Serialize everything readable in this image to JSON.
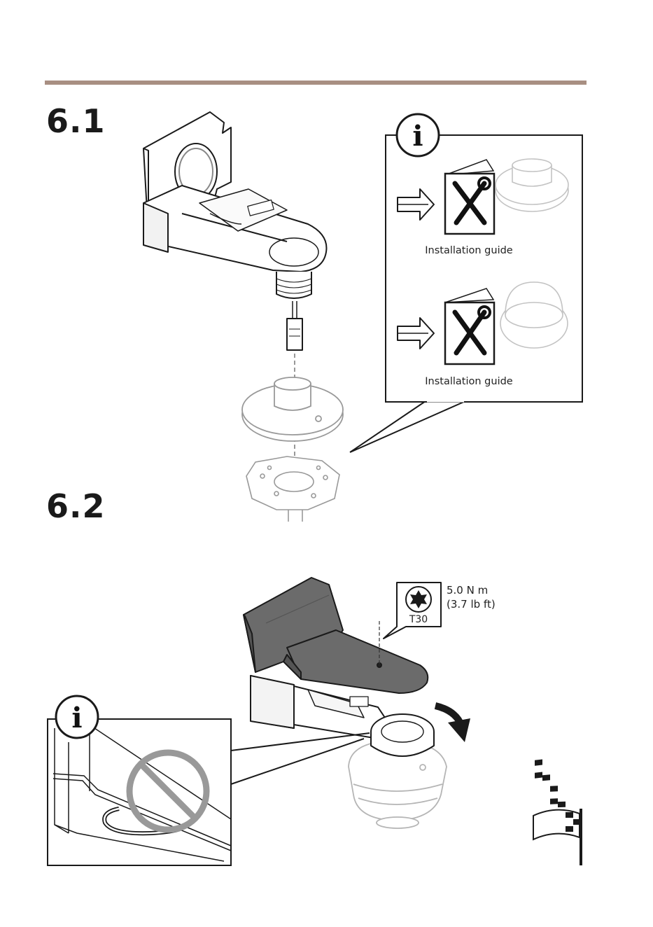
{
  "steps": [
    {
      "label": "6.1"
    },
    {
      "label": "6.2"
    }
  ],
  "info_box_1": {
    "icon": "info-icon",
    "items": [
      {
        "icon": "installation-guide-icon",
        "caption": "Installation guide",
        "target": "pendant-mount-adapter"
      },
      {
        "icon": "installation-guide-icon",
        "caption": "Installation guide",
        "target": "dome-camera"
      }
    ]
  },
  "torque_callout": {
    "bit": "T30",
    "value_metric": "5.0 N m",
    "value_imperial": "(3.7 lb ft)",
    "icon": "torx-bit-icon"
  },
  "info_box_2": {
    "icon": "info-icon",
    "warning_icon": "prohibited-icon"
  },
  "end_icon": "checkered-flag-icon",
  "colors": {
    "rule": "#a88f82",
    "housing": "#6b6b6b",
    "line": "#1a1a1a",
    "faded": "#b5b5b5"
  }
}
